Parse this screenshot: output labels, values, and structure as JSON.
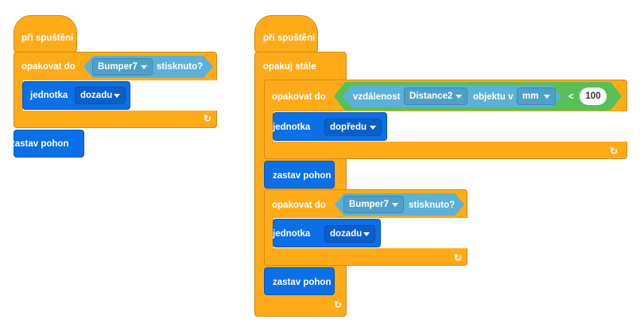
{
  "script1": {
    "hat_label": "při spuštění",
    "repeat_until_label": "opakovat do",
    "sensor_dropdown": "Bumper7",
    "pressed_label": "stisknuto?",
    "motor_label": "jednotka",
    "direction_dropdown": "dozadu",
    "stop_label": "zastav pohon"
  },
  "script2": {
    "hat_label": "při spuštění",
    "forever_label": "opakuj stále",
    "repeat1_label": "opakovat do",
    "distance_label": "vzdálenost",
    "distance_sensor_dropdown": "Distance2",
    "object_label": "objektu v",
    "unit_dropdown": "mm",
    "lt_operator": "<",
    "threshold_value": "100",
    "motor1_label": "jednotka",
    "direction1_dropdown": "dopředu",
    "stop1_label": "zastav pohon",
    "repeat2_label": "opakovat do",
    "sensor_dropdown": "Bumper7",
    "pressed_label": "stisknuto?",
    "motor2_label": "jednotka",
    "direction2_dropdown": "dozadu",
    "stop2_label": "zastav pohon"
  },
  "icons": {
    "loop_arrow": "↻"
  },
  "colors": {
    "control": "#FFAB19",
    "motion": "#0B6FE8",
    "sensing": "#5CB1D6",
    "operator": "#59C059"
  }
}
